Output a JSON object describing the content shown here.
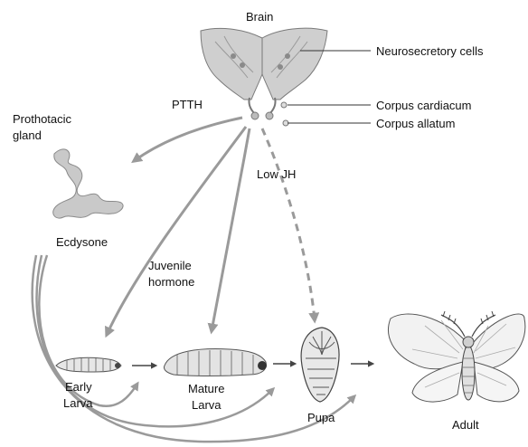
{
  "labels": {
    "brain": "Brain",
    "neurosecretory_cells": "Neurosecretory cells",
    "corpus_cardiacum": "Corpus cardiacum",
    "corpus_allatum": "Corpus allatum",
    "ptth": "PTTH",
    "prothoracic_gland_line1": "Prothotacic",
    "prothoracic_gland_line2": "gland",
    "ecdysone": "Ecdysone",
    "low_jh": "Low JH",
    "juvenile_hormone_line1": "Juvenile",
    "juvenile_hormone_line2": "hormone",
    "early_larva_line1": "Early",
    "early_larva_line2": "Larva",
    "mature_larva_line1": "Mature",
    "mature_larva_line2": "Larva",
    "pupa": "Pupa",
    "adult": "Adult"
  },
  "colors": {
    "arrow": "#9a9a9a",
    "line": "#333333",
    "tissue": "#c9c9c9",
    "tissue_dark": "#8a8a8a",
    "wing": "#f2f2f2"
  }
}
